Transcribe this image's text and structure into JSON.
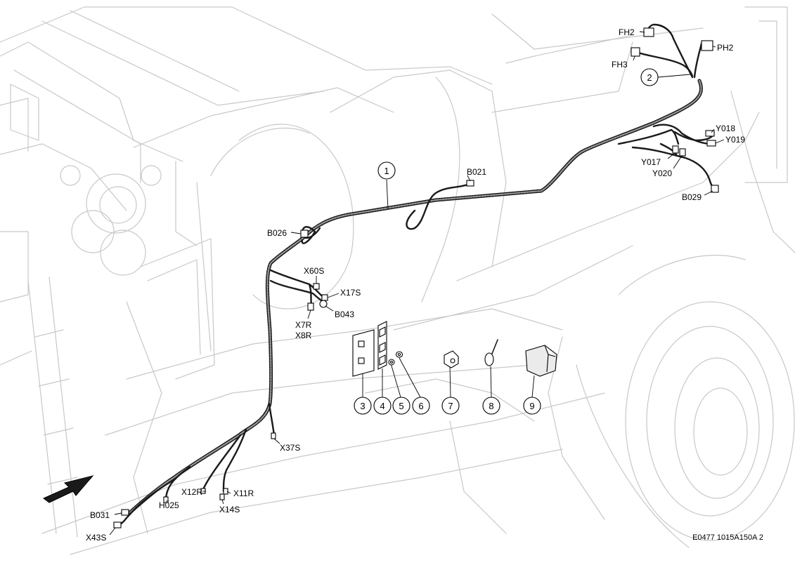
{
  "labels": {
    "FH2": "FH2",
    "FH3": "FH3",
    "PH2": "PH2",
    "Y018": "Y018",
    "Y019": "Y019",
    "Y017": "Y017",
    "Y020": "Y020",
    "B029": "B029",
    "B021": "B021",
    "B026": "B026",
    "X60S": "X60S",
    "X17S": "X17S",
    "B043": "B043",
    "X7R": "X7R",
    "X8R": "X8R",
    "X37S": "X37S",
    "X12R": "X12R",
    "X11R": "X11R",
    "X14S": "X14S",
    "H025": "H025",
    "B031": "B031",
    "X43S": "X43S"
  },
  "callouts": [
    "1",
    "2",
    "3",
    "4",
    "5",
    "6",
    "7",
    "8",
    "9"
  ],
  "figure_code": "E0477 1015A150A 2"
}
